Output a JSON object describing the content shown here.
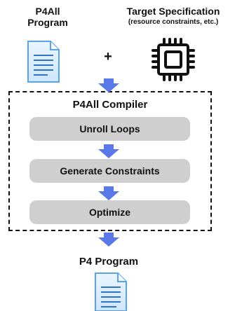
{
  "inputs": {
    "program": {
      "title_line1": "P4All",
      "title_line2": "Program",
      "icon": "document-icon"
    },
    "target": {
      "title": "Target Specification",
      "subtitle": "(resource constraints, etc.)",
      "icon": "chip-icon"
    },
    "plus": "+"
  },
  "compiler": {
    "title": "P4All Compiler",
    "steps": [
      {
        "label": "Unroll Loops"
      },
      {
        "label": "Generate Constraints"
      },
      {
        "label": "Optimize"
      }
    ]
  },
  "output": {
    "title": "P4 Program",
    "icon": "document-icon"
  },
  "colors": {
    "arrow": "#5b78e8",
    "document_fill": "#dfefff",
    "document_stroke": "#5aa3e8",
    "document_lines": "#2f74c7",
    "step_fill": "#cfcfcf",
    "border": "#111111"
  }
}
